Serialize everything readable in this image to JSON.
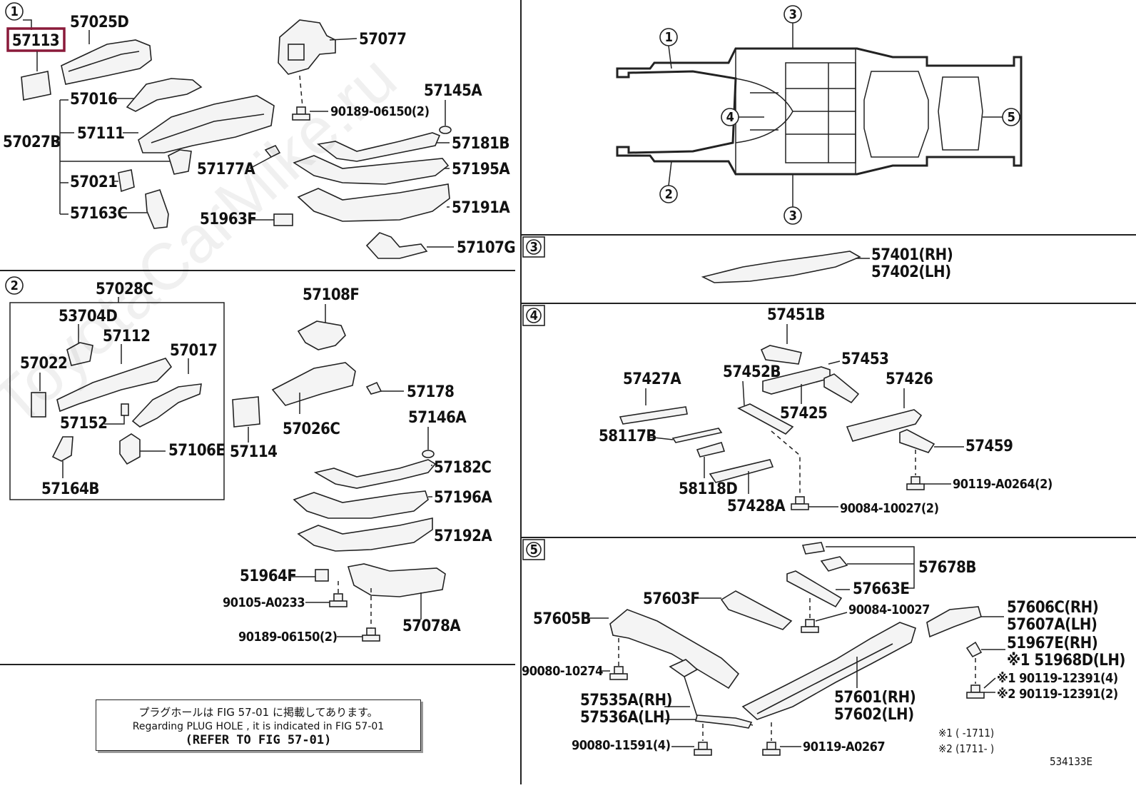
{
  "diagram_id": "534133E",
  "sections": {
    "s1": {
      "number": "1",
      "parts": {
        "p57113": "57113",
        "p57025D": "57025D",
        "p57077": "57077",
        "p57016": "57016",
        "p57145A": "57145A",
        "p57111": "57111",
        "p90189_1": "90189-06150(2)",
        "p57027B": "57027B",
        "p57181B": "57181B",
        "p57177A": "57177A",
        "p57195A": "57195A",
        "p57021": "57021",
        "p57191A": "57191A",
        "p57163C": "57163C",
        "p51963F": "51963F",
        "p57107G": "57107G"
      }
    },
    "s2": {
      "number": "2",
      "parts": {
        "p57028C": "57028C",
        "p57108F": "57108F",
        "p53704D": "53704D",
        "p57112": "57112",
        "p57017": "57017",
        "p57022": "57022",
        "p57178": "57178",
        "p57146A": "57146A",
        "p57152": "57152",
        "p57106E": "57106E",
        "p57026C": "57026C",
        "p57114": "57114",
        "p57182C": "57182C",
        "p57164B": "57164B",
        "p57196A": "57196A",
        "p57192A": "57192A",
        "p51964F": "51964F",
        "p90105": "90105-A0233",
        "p90189_2": "90189-06150(2)",
        "p57078A": "57078A"
      }
    },
    "overview": {
      "c1": "1",
      "c2": "2",
      "c3a": "3",
      "c3b": "3",
      "c4": "4",
      "c5": "5"
    },
    "s3": {
      "number": "3",
      "parts": {
        "p57401": "57401(RH)",
        "p57402": "57402(LH)"
      }
    },
    "s4": {
      "number": "4",
      "parts": {
        "p57451B": "57451B",
        "p57453": "57453",
        "p57427A": "57427A",
        "p57452B": "57452B",
        "p57426": "57426",
        "p57425": "57425",
        "p58117B": "58117B",
        "p57459": "57459",
        "p90119_A0264": "90119-A0264(2)",
        "p58118D": "58118D",
        "p57428A": "57428A",
        "p90084_10027_2": "90084-10027(2)"
      }
    },
    "s5": {
      "number": "5",
      "parts": {
        "p57678B": "57678B",
        "p57663E": "57663E",
        "p57603F": "57603F",
        "p90084_10027": "90084-10027",
        "p57606C": "57606C(RH)",
        "p57607A": "57607A(LH)",
        "p57605B": "57605B",
        "p51967E": "51967E(RH)",
        "p51968D": "※1 51968D(LH)",
        "p90080_10274": "90080-10274",
        "p90119_12391_a": "※1 90119-12391(4)",
        "p90119_12391_b": "※2 90119-12391(2)",
        "p57535A": "57535A(RH)",
        "p57536A": "57536A(LH)",
        "p57601": "57601(RH)",
        "p57602": "57602(LH)",
        "p90080_11591": "90080-11591(4)",
        "p90119_A0267": "90119-A0267",
        "fn1": "※1 (      -1711)",
        "fn2": "※2 (1711-      )"
      }
    }
  },
  "notice": {
    "line_jp": "プラグホールは FIG 57-01 に掲載してあります。",
    "line_en": "Regarding  PLUG  HOLE , it is indicated in FIG 57-01",
    "line_ref": "(REFER TO FIG 57-01)"
  },
  "watermark": "ToyotaCarMike.ru",
  "colors": {
    "highlight": "#8a1a3a",
    "line": "#222222"
  }
}
